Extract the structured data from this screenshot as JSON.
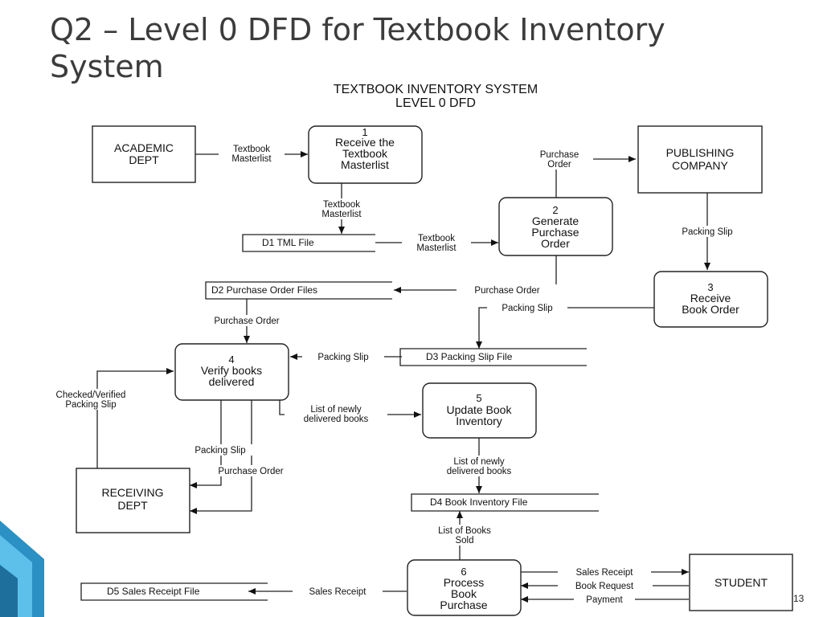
{
  "slide": {
    "title_line1": "Q2 – Level 0 DFD for Textbook Inventory",
    "title_line2": "System",
    "page_number": "13"
  },
  "diagram": {
    "title_line1": "TEXTBOOK INVENTORY SYSTEM",
    "title_line2": "LEVEL 0   DFD",
    "entities": {
      "academic": [
        "ACADEMIC",
        "DEPT"
      ],
      "publishing": [
        "PUBLISHING",
        "COMPANY"
      ],
      "receiving": [
        "RECEIVING",
        "DEPT"
      ],
      "student": [
        "STUDENT"
      ]
    },
    "processes": {
      "p1": [
        "1",
        "Receive the",
        "Textbook",
        "Masterlist"
      ],
      "p2": [
        "2",
        "Generate",
        "Purchase",
        "Order"
      ],
      "p3": [
        "3",
        "Receive",
        "Book Order"
      ],
      "p4": [
        "4",
        "Verify books",
        "delivered"
      ],
      "p5": [
        "5",
        "Update Book",
        "Inventory"
      ],
      "p6": [
        "6",
        "Process",
        "Book",
        "Purchase"
      ]
    },
    "stores": {
      "d1": "D1     TML File",
      "d2": "D2  Purchase Order Files",
      "d3": "D3  Packing Slip File",
      "d4": "D4  Book Inventory File",
      "d5": "D5  Sales Receipt File"
    },
    "flows": {
      "acad_to_p1": [
        "Textbook",
        "Masterlist"
      ],
      "p1_to_d1": [
        "Textbook",
        "Masterlist"
      ],
      "d1_to_p2": [
        "Textbook",
        "Masterlist"
      ],
      "p2_to_pub": [
        "Purchase",
        "Order"
      ],
      "pub_to_p3": [
        "Packing Slip"
      ],
      "p2_to_d2": [
        "Purchase Order"
      ],
      "p3_to_d3": [
        "Packing Slip"
      ],
      "d2_to_p4": [
        "Purchase Order"
      ],
      "d3_to_p4": [
        "Packing Slip"
      ],
      "recv_to_p4": [
        "Checked/Verified",
        "Packing Slip"
      ],
      "p4_to_p5": [
        "List of newly",
        "delivered books"
      ],
      "p4_to_recv_ps": [
        "Packing Slip"
      ],
      "p4_to_recv_po": [
        "Purchase Order"
      ],
      "p5_to_d4": [
        "List of newly",
        "delivered books"
      ],
      "p6_to_d4": [
        "List of Books",
        "Sold"
      ],
      "p6_to_d5": [
        "Sales Receipt"
      ],
      "p6_to_student_receipt": [
        "Sales Receipt"
      ],
      "student_to_p6_request": [
        "Book Request"
      ],
      "student_to_p6_payment": [
        "Payment"
      ]
    }
  }
}
